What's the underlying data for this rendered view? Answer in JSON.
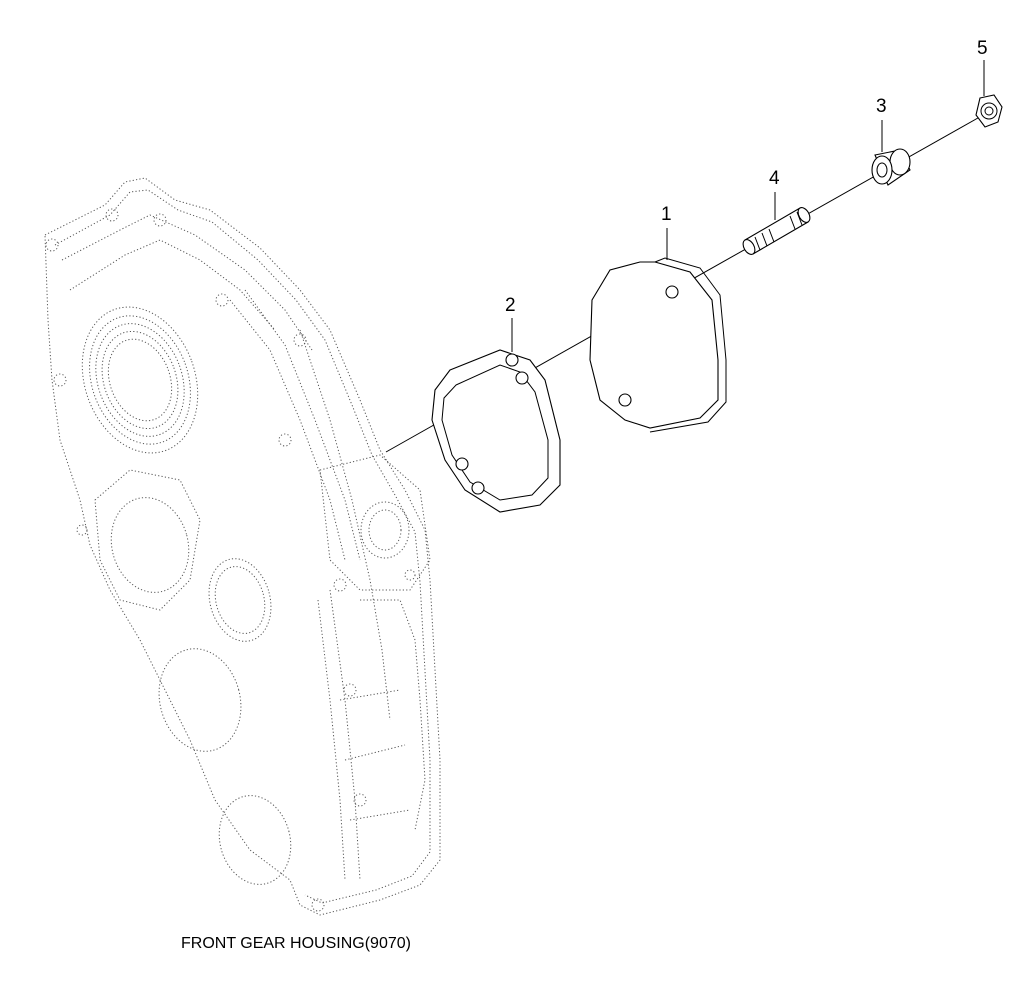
{
  "diagram": {
    "caption": "FRONT GEAR HOUSING(9070)",
    "callouts": [
      {
        "id": "1",
        "label": "1"
      },
      {
        "id": "2",
        "label": "2"
      },
      {
        "id": "3",
        "label": "3"
      },
      {
        "id": "4",
        "label": "4"
      },
      {
        "id": "5",
        "label": "5"
      }
    ]
  },
  "colors": {
    "line": "#000000",
    "housing_outline": "#555555",
    "background": "#ffffff"
  }
}
